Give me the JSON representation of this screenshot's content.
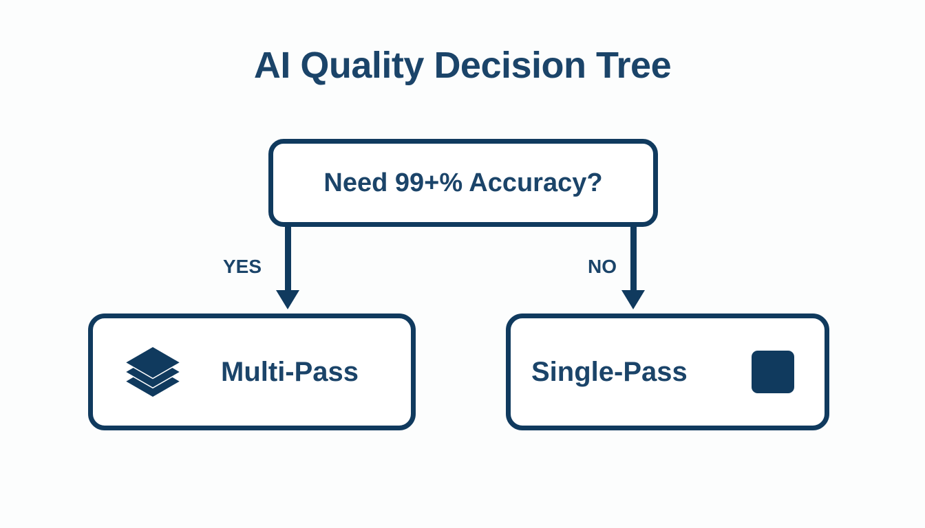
{
  "title": "AI Quality Decision Tree",
  "colors": {
    "background": "#fcfdfd",
    "node_border": "#103a5e",
    "node_fill": "#ffffff",
    "text": "#1b4469",
    "icon": "#103a5e"
  },
  "decision": {
    "label": "Need 99+% Accuracy?"
  },
  "branches": [
    {
      "label": "YES",
      "leads_to": "Multi-Pass"
    },
    {
      "label": "NO",
      "leads_to": "Single-Pass"
    }
  ],
  "outcomes": [
    {
      "label": "Multi-Pass",
      "icon": "layers-icon",
      "icon_position": "left"
    },
    {
      "label": "Single-Pass",
      "icon": "square-icon",
      "icon_position": "right"
    }
  ]
}
